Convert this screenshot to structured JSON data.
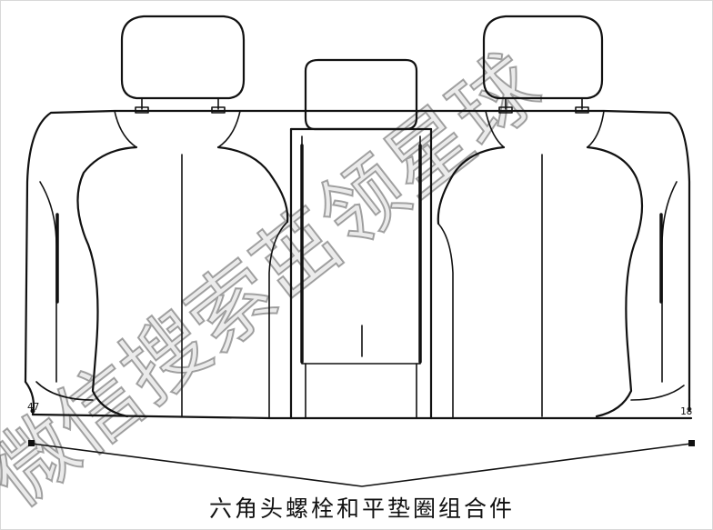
{
  "diagram": {
    "callout_left": "47",
    "callout_right": "18"
  },
  "watermark": {
    "text": "微信搜索茁领星球"
  },
  "caption": {
    "text": "六角头螺栓和平垫圈组合件"
  }
}
